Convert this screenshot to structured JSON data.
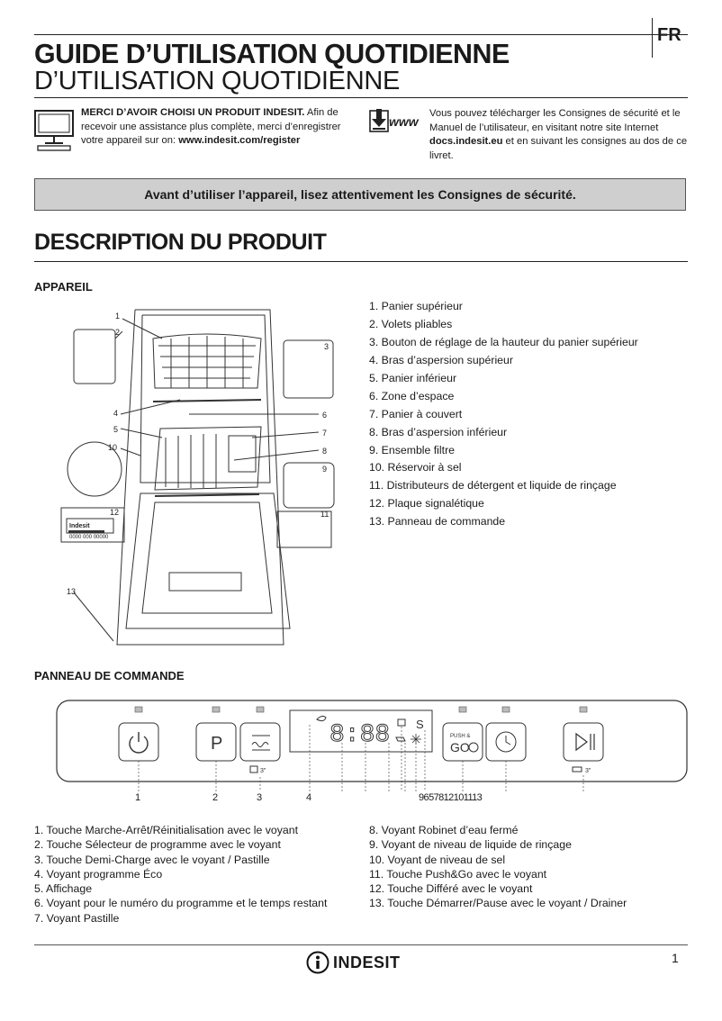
{
  "lang": "FR",
  "header": {
    "title_line1": "GUIDE D’UTILISATION QUOTIDIENNE",
    "title_line2": "D’UTILISATION QUOTIDIENNE"
  },
  "intro": {
    "thanks_bold": "MERCI D’AVOIR CHOISI UN PRODUIT INDESIT.",
    "thanks_text": " Afin de recevoir une assistance plus complète, merci d’enregistrer votre appareil sur on: ",
    "thanks_url": "www.indesit.com/register",
    "www_icon_label": "www",
    "download_text": "Vous pouvez télécharger les Consignes de sécurité et le  Manuel de l’utilisateur, en visitant notre site Internet ",
    "download_url": "docs.indesit.eu",
    "download_text2": " et en suivant les consignes au dos de ce livret."
  },
  "safety_banner": "Avant d’utiliser l’appareil, lisez attentivement les Consignes de sécurité.",
  "product_description": {
    "title": "DESCRIPTION DU PRODUIT",
    "appliance_heading": "APPAREIL",
    "parts": [
      "1.  Panier supérieur",
      "2.  Volets pliables",
      "3.  Bouton de réglage de la hauteur du panier supérieur",
      "4.  Bras d’aspersion supérieur",
      "5.  Panier inférieur",
      "6.  Zone d’espace",
      "7.  Panier à couvert",
      "8.  Bras d’aspersion inférieur",
      "9.  Ensemble filtre",
      "10.  Réservoir à sel",
      "11.  Distributeurs de détergent et liquide de rinçage",
      "12.  Plaque signalétique",
      "13.  Panneau de commande"
    ],
    "diagram_callouts": [
      "1",
      "2",
      "3",
      "4",
      "5",
      "6",
      "7",
      "8",
      "9",
      "10",
      "11",
      "12",
      "13"
    ],
    "rating_plate": {
      "line1": "Indesit",
      "line2": "0000 000 00000"
    }
  },
  "control_panel": {
    "heading": "PANNEAU DE COMMANDE",
    "buttons": {
      "program": "P",
      "push_go_top": "PUSH &",
      "push_go_bottom": "GO",
      "half_load_label": "3\"",
      "drain_label": "3\""
    },
    "display": {
      "digits": "8:88",
      "salt_letter": "S"
    },
    "numbers_row": [
      "1",
      "2",
      "3",
      "4",
      "9",
      "6",
      "5",
      "7",
      "8",
      "12",
      "10",
      "11",
      "13"
    ],
    "items_left": [
      "1.  Touche Marche-Arrêt/Réinitialisation avec le voyant",
      "2.  Touche Sélecteur de programme avec le voyant",
      "3.  Touche Demi-Charge avec le voyant / Pastille",
      "4.  Voyant programme Éco",
      "5.  Affichage",
      "6.  Voyant pour le numéro du programme et le temps restant",
      "7.  Voyant Pastille"
    ],
    "items_right": [
      "8.  Voyant Robinet d’eau fermé",
      "9.  Voyant de niveau de liquide de rinçage",
      "10.  Voyant de niveau de sel",
      "11.  Touche Push&Go avec le voyant",
      "12.  Touche Différé avec le voyant",
      "13.  Touche Démarrer/Pause avec le voyant / Drainer"
    ]
  },
  "footer": {
    "brand": "INDESIT",
    "page": "1"
  }
}
